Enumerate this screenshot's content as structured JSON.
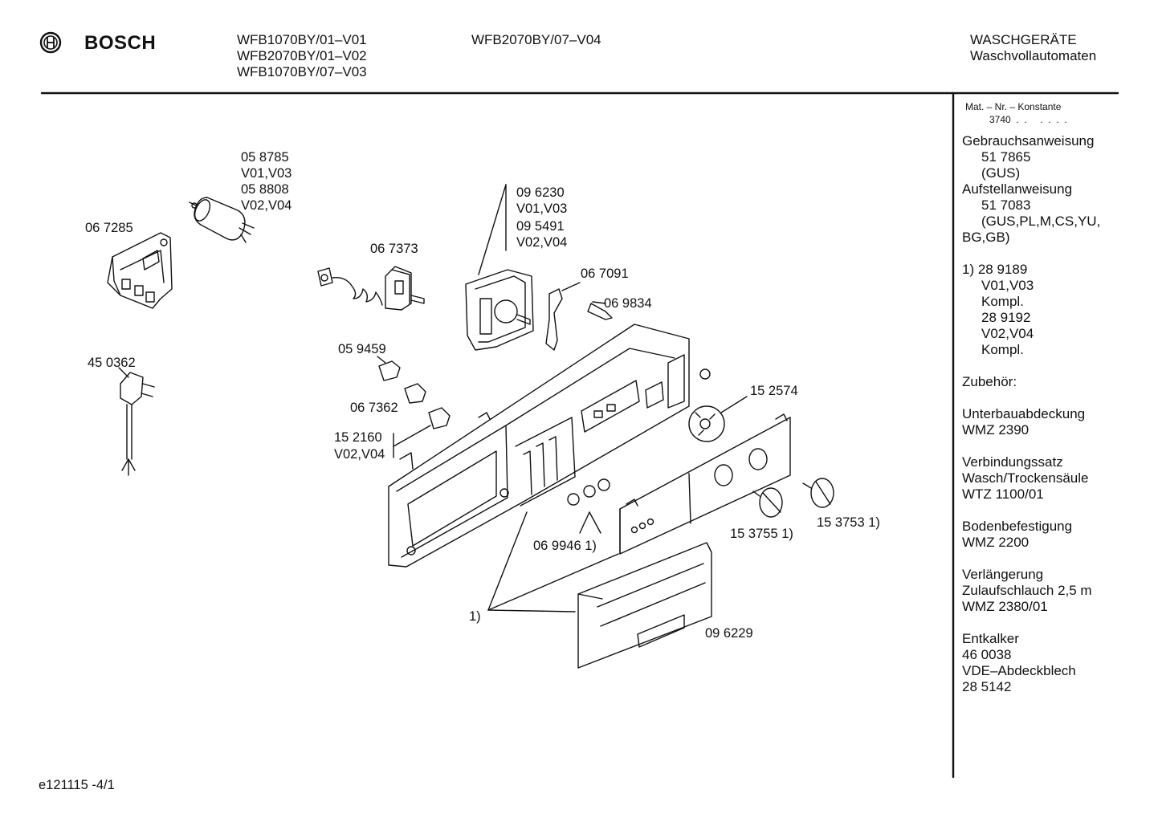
{
  "header": {
    "brand": "BOSCH",
    "models_col1": [
      "WFB1070BY/01–V01",
      "WFB2070BY/01–V02",
      "WFB1070BY/07–V03"
    ],
    "models_col2": [
      "WFB2070BY/07–V04"
    ],
    "category": "WASCHGERÄTE",
    "subcategory": "Waschvollautomaten"
  },
  "labels": {
    "p058785": "05 8785",
    "p058785_v": "V01,V03",
    "p058808": "05 8808",
    "p058808_v": "V02,V04",
    "p067285": "06 7285",
    "p067373": "06 7373",
    "p096230": "09 6230",
    "p096230_v": "V01,V03",
    "p095491": "09 5491",
    "p095491_v": "V02,V04",
    "p067091": "06 7091",
    "p069834": "06 9834",
    "p450362": "45 0362",
    "p059459": "05 9459",
    "p067362": "06 7362",
    "p152160": "15 2160",
    "p152160_v": "V02,V04",
    "p152574": "15 2574",
    "p153755": "15 3755 1)",
    "p153753": "15 3753 1)",
    "p069946": "06 9946 1)",
    "p096229": "09 6229",
    "note1": "1)"
  },
  "sidebar": {
    "mat_nr": "Mat. – Nr. – Konstante",
    "mat_value": "3740  .  .     .  .  .  .",
    "lines": [
      {
        "text": "Gebrauchsanweisung",
        "indent": false
      },
      {
        "text": "51 7865",
        "indent": true
      },
      {
        "text": "(GUS)",
        "indent": true
      },
      {
        "text": "Aufstellanweisung",
        "indent": false
      },
      {
        "text": "51 7083",
        "indent": true
      },
      {
        "text": "(GUS,PL,M,CS,YU,",
        "indent": true
      },
      {
        "text": "BG,GB)",
        "indent": false
      },
      {
        "text": "",
        "indent": false
      },
      {
        "text": "1)  28 9189",
        "indent": false
      },
      {
        "text": "V01,V03",
        "indent": true
      },
      {
        "text": "Kompl.",
        "indent": true
      },
      {
        "text": "28 9192",
        "indent": true
      },
      {
        "text": "V02,V04",
        "indent": true
      },
      {
        "text": "Kompl.",
        "indent": true
      },
      {
        "text": "",
        "indent": false
      },
      {
        "text": "Zubehör:",
        "indent": false
      },
      {
        "text": "",
        "indent": false
      },
      {
        "text": "Unterbauabdeckung",
        "indent": false
      },
      {
        "text": "WMZ 2390",
        "indent": false
      },
      {
        "text": "",
        "indent": false
      },
      {
        "text": "Verbindungssatz",
        "indent": false
      },
      {
        "text": "Wasch/Trockensäule",
        "indent": false
      },
      {
        "text": "WTZ 1100/01",
        "indent": false
      },
      {
        "text": "",
        "indent": false
      },
      {
        "text": "Bodenbefestigung",
        "indent": false
      },
      {
        "text": "WMZ 2200",
        "indent": false
      },
      {
        "text": "",
        "indent": false
      },
      {
        "text": "Verlängerung",
        "indent": false
      },
      {
        "text": "Zulaufschlauch 2,5 m",
        "indent": false
      },
      {
        "text": "WMZ 2380/01",
        "indent": false
      },
      {
        "text": "",
        "indent": false
      },
      {
        "text": "Entkalker",
        "indent": false
      },
      {
        "text": "46 0038",
        "indent": false
      },
      {
        "text": "VDE–Abdeckblech",
        "indent": false
      },
      {
        "text": "28 5142",
        "indent": false
      }
    ]
  },
  "footer": {
    "doc_id": "e121115 -4/1"
  }
}
